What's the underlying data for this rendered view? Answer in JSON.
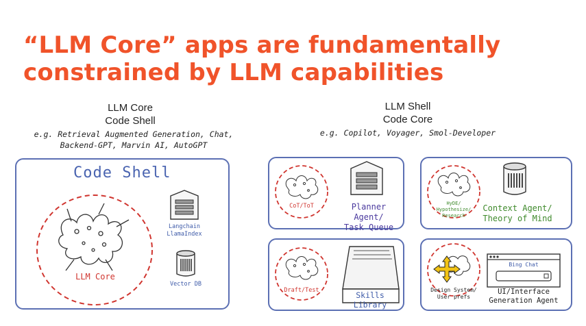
{
  "title": "“LLM Core” apps are fundamentally constrained by LLM capabilities",
  "left": {
    "heading_line1": "LLM Core",
    "heading_line2": "Code Shell",
    "examples_line1": "e.g. Retrieval Augmented Generation, Chat,",
    "examples_line2": "Backend-GPT, Marvin AI, AutoGPT",
    "box_label": "Code Shell",
    "core_label": "LLM Core",
    "langchain_label_line1": "Langchain",
    "langchain_label_line2": "LlamaIndex",
    "vectordb_label": "Vector DB"
  },
  "right": {
    "heading_line1": "LLM Shell",
    "heading_line2": "Code Core",
    "examples": "e.g. Copilot, Voyager, Smol-Developer",
    "cards": [
      {
        "circle_label": "CoT/ToT",
        "label_line1": "Planner Agent/",
        "label_line2": "Task Queue"
      },
      {
        "circle_label_line1": "HyDE/",
        "circle_label_line2": "Hypothesize/",
        "circle_label_line3": "Research",
        "label_line1": "Context Agent/",
        "label_line2": "Theory of Mind"
      },
      {
        "circle_label": "Draft/Test",
        "label": "Skills Library"
      },
      {
        "circle_label_line1": "Design System/",
        "circle_label_line2": "User prefs",
        "window_text": "Bing Chat",
        "label_line1": "UI/Interface",
        "label_line2": "Generation Agent"
      }
    ]
  },
  "colors": {
    "title": "#f0532a",
    "box_border": "#5b6fb3",
    "dashed_circle": "#d0352f",
    "planner_text": "#4b3a9e",
    "context_text": "#3f8a2c"
  }
}
